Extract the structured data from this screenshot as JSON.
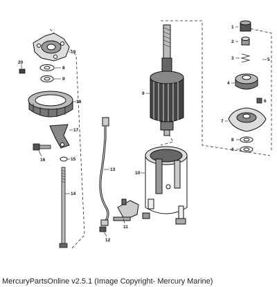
{
  "footer": {
    "caption": "MercuryPartsOnline v2.5.1 (Image Copyright- Mercury Marine)"
  },
  "diagram": {
    "callouts": [
      "1",
      "2",
      "3",
      "4",
      "5",
      "6",
      "7",
      "8",
      "8",
      "9",
      "10",
      "11",
      "12",
      "13",
      "14",
      "15",
      "16",
      "17",
      "18",
      "19",
      "20",
      "8",
      "8"
    ]
  }
}
